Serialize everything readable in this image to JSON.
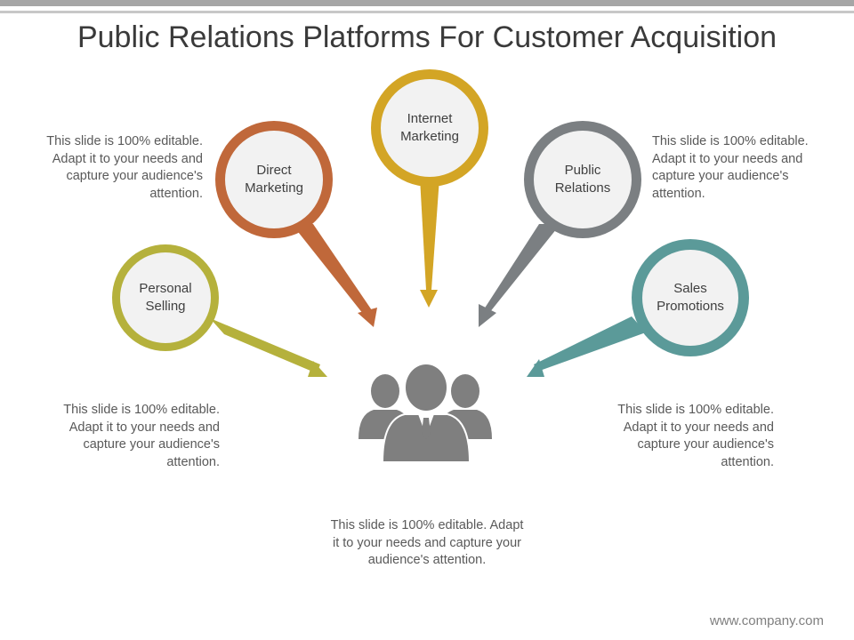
{
  "title": "Public Relations Platforms For Customer Acquisition",
  "footer": "www.company.com",
  "colors": {
    "personal_selling": "#b5b13c",
    "direct_marketing": "#c0683a",
    "internet_marketing": "#d3a525",
    "public_relations": "#7b7f82",
    "sales_promotions": "#5b9a99",
    "circle_fill": "#f2f2f2",
    "people_icon": "#7f7f7f"
  },
  "nodes": [
    {
      "id": "personal-selling",
      "line1": "Personal",
      "line2": "Selling"
    },
    {
      "id": "direct-marketing",
      "line1": "Direct",
      "line2": "Marketing"
    },
    {
      "id": "internet-marketing",
      "line1": "Internet",
      "line2": "Marketing"
    },
    {
      "id": "public-relations",
      "line1": "Public",
      "line2": "Relations"
    },
    {
      "id": "sales-promotions",
      "line1": "Sales",
      "line2": "Promotions"
    }
  ],
  "descriptions": {
    "top_left": "This slide is 100% editable. Adapt it to your needs and capture your audience's attention.",
    "top_right": "This slide is 100% editable. Adapt it to your needs and capture your audience's attention.",
    "mid_left": "This slide is 100% editable. Adapt it to your needs and capture your audience's attention.",
    "mid_right": "This slide is 100% editable. Adapt it to your needs and capture your audience's attention.",
    "bottom": "This slide is 100% editable. Adapt it to your needs and capture your audience's attention."
  },
  "center_icon": "people-group-icon"
}
